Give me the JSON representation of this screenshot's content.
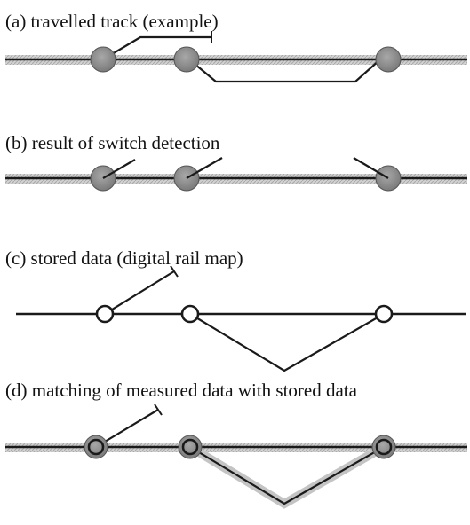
{
  "panels": [
    {
      "id": "a",
      "label": "(a) travelled track (example)"
    },
    {
      "id": "b",
      "label": "(b) result of switch detection"
    },
    {
      "id": "c",
      "label": "(c) stored data (digital rail map)"
    },
    {
      "id": "d",
      "label": "(d) matching of measured data with stored data"
    }
  ],
  "colors": {
    "track": "#1a1a1a",
    "measured_band": "#bdbdbd",
    "switch_fill": "#8a8a8a",
    "node_fill": "#ffffff"
  }
}
